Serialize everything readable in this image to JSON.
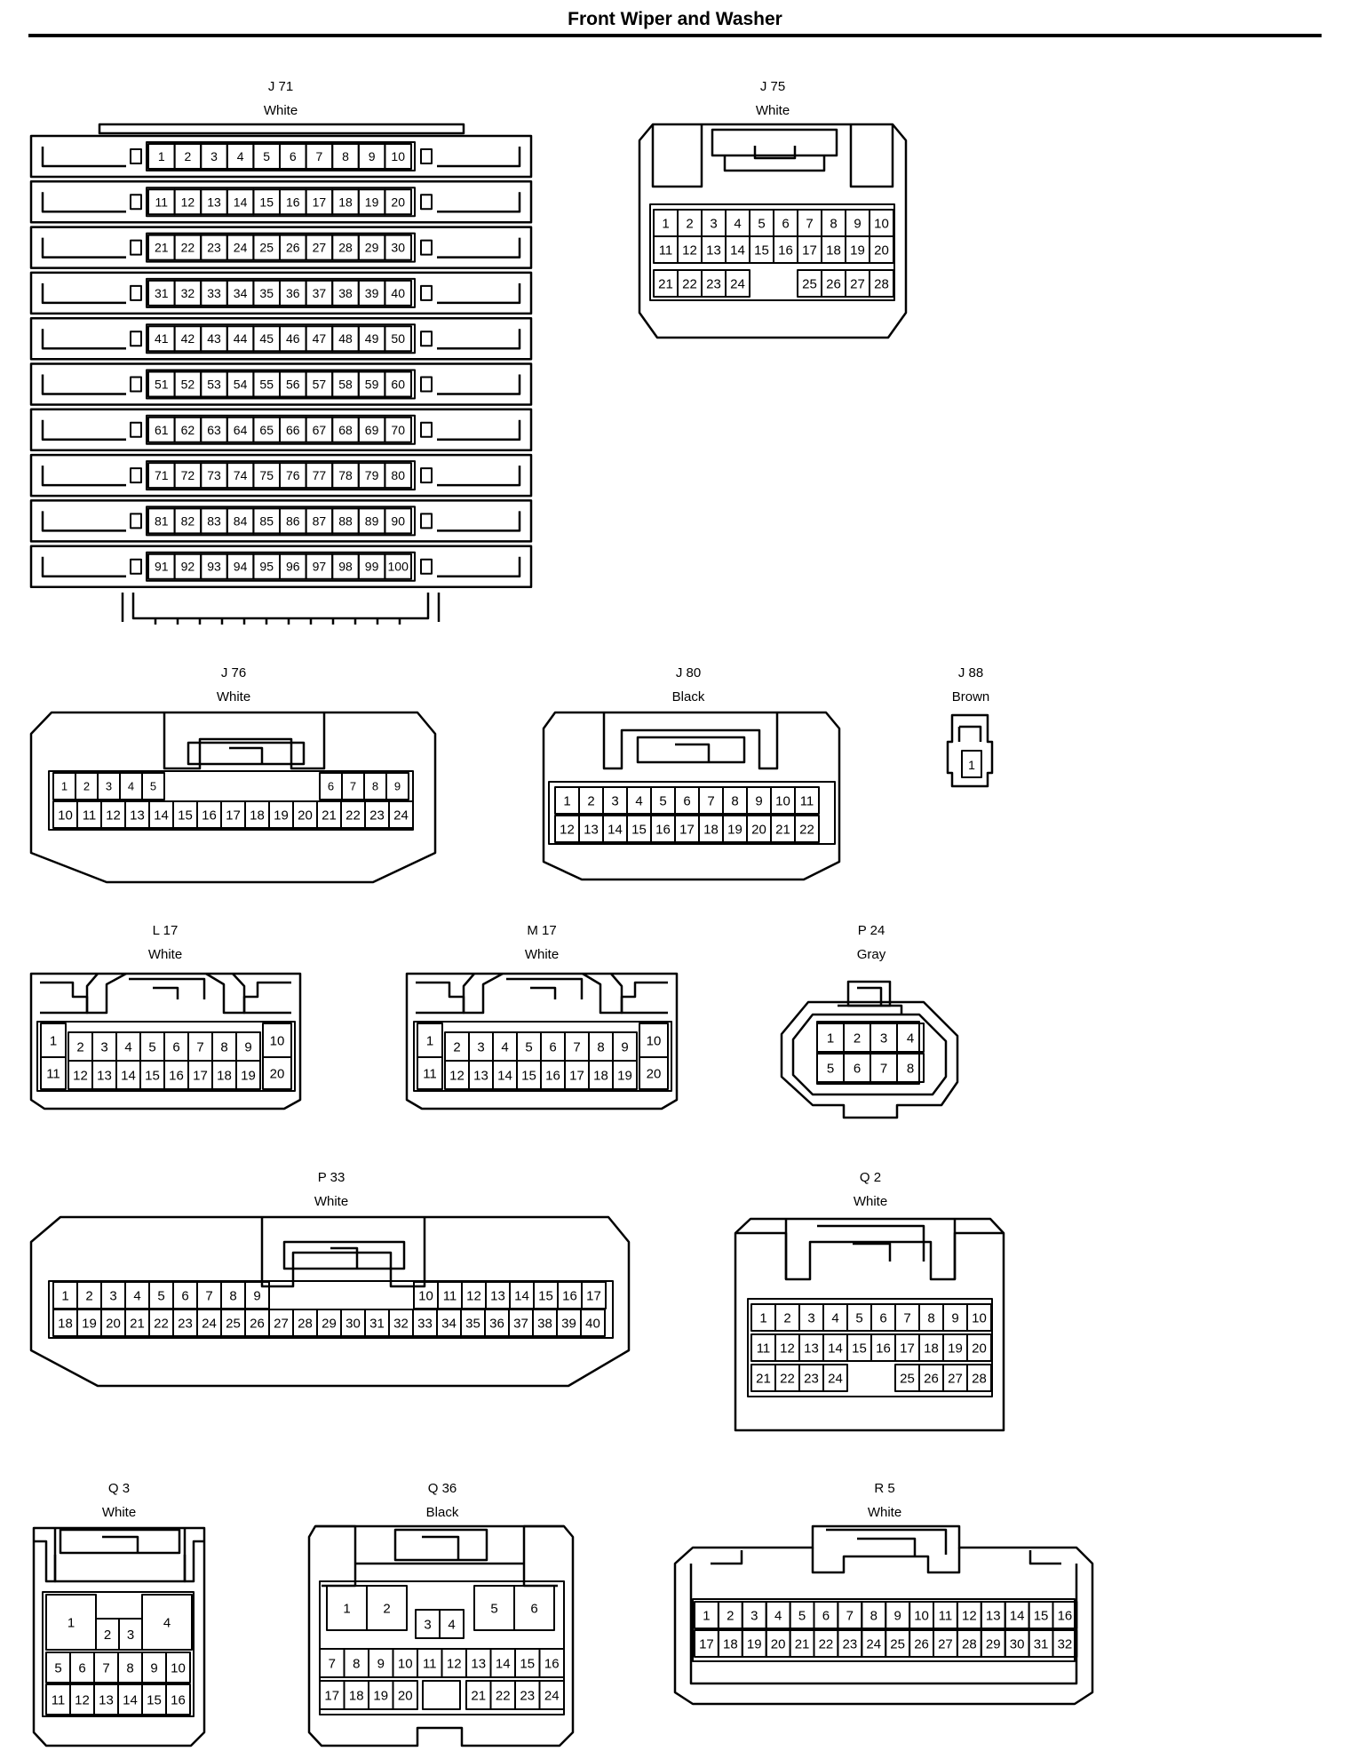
{
  "title": "Front Wiper and Washer",
  "connectors": [
    {
      "id": "J71",
      "name": "J 71",
      "color": "White"
    },
    {
      "id": "J75",
      "name": "J 75",
      "color": "White"
    },
    {
      "id": "J76",
      "name": "J 76",
      "color": "White"
    },
    {
      "id": "J80",
      "name": "J 80",
      "color": "Black"
    },
    {
      "id": "J88",
      "name": "J 88",
      "color": "Brown"
    },
    {
      "id": "L17",
      "name": "L 17",
      "color": "White"
    },
    {
      "id": "M17",
      "name": "M 17",
      "color": "White"
    },
    {
      "id": "P24",
      "name": "P 24",
      "color": "Gray"
    },
    {
      "id": "P33",
      "name": "P 33",
      "color": "White"
    },
    {
      "id": "Q2",
      "name": "Q 2",
      "color": "White"
    },
    {
      "id": "Q3",
      "name": "Q 3",
      "color": "White"
    },
    {
      "id": "Q36",
      "name": "Q 36",
      "color": "Black"
    },
    {
      "id": "R5",
      "name": "R 5",
      "color": "White"
    }
  ]
}
